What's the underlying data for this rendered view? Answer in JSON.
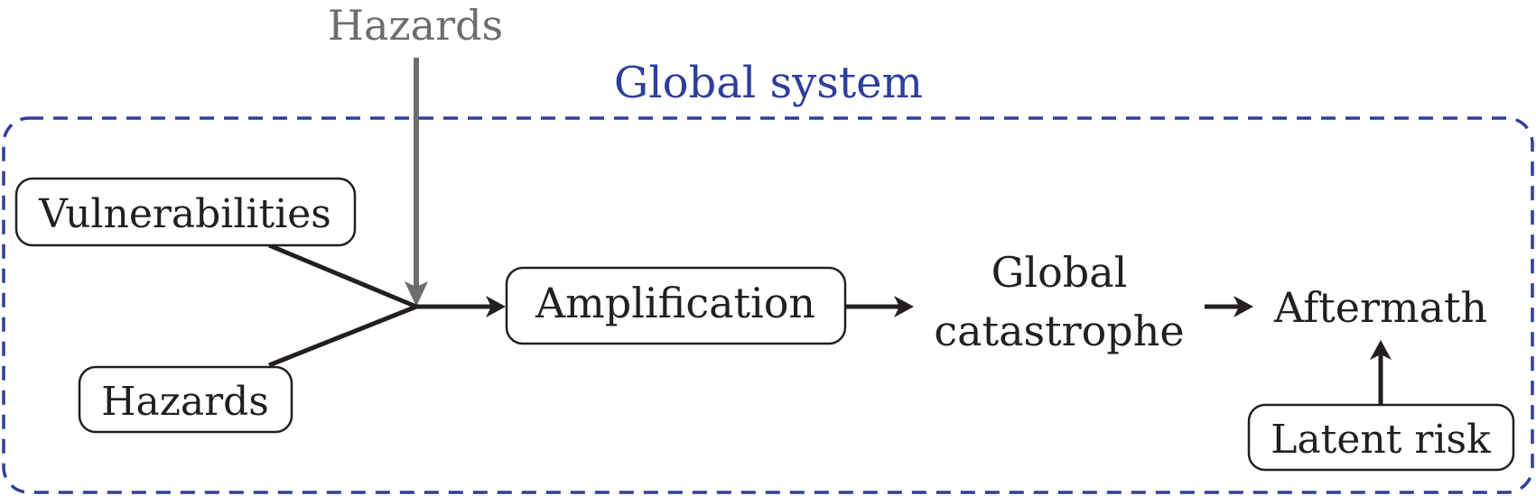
{
  "external_label": "Hazards",
  "system_label": "Global system",
  "nodes": {
    "vulnerabilities": "Vulnerabilities",
    "hazards": "Hazards",
    "amplification": "Amplification",
    "catastrophe_line1": "Global",
    "catastrophe_line2": "catastrophe",
    "aftermath": "Aftermath",
    "latent_risk": "Latent risk"
  },
  "colors": {
    "ink": "#231f20",
    "system": "#2e3f99",
    "external": "#6d6d6d"
  }
}
